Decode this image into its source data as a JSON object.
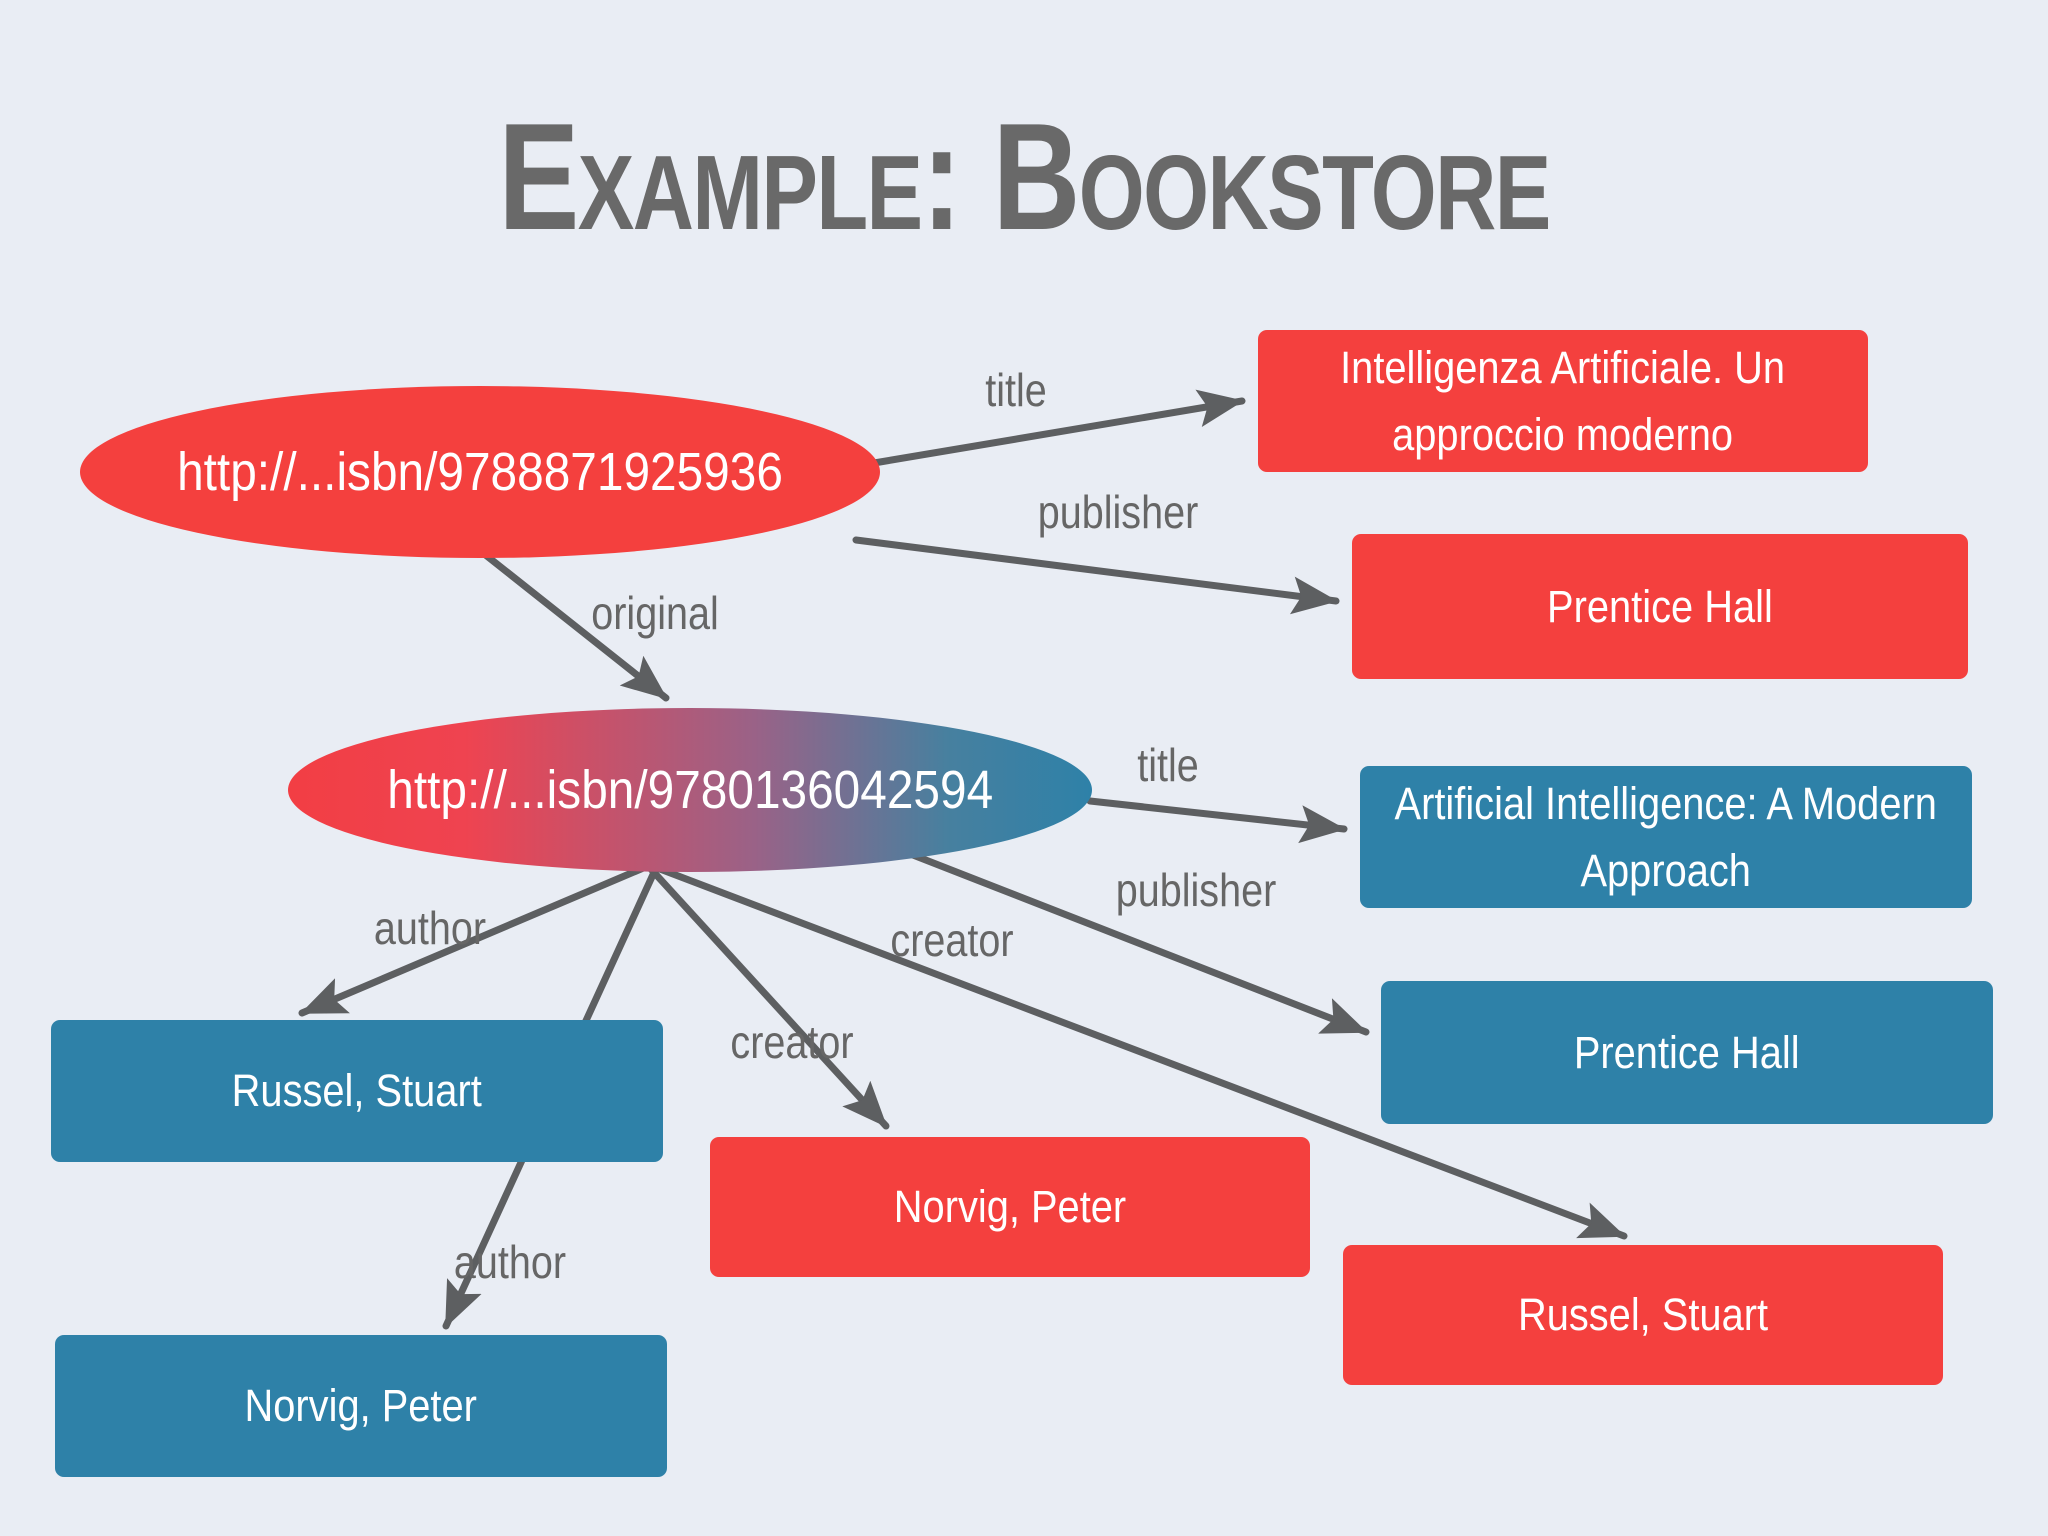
{
  "title": "Example: Bookstore",
  "colors": {
    "background": "#e9edf4",
    "red_node": "#f4403e",
    "blue_node": "#2e81a8",
    "gradient_left": "#f23e44",
    "gradient_right": "#2e81a8",
    "node_text": "#ffffff",
    "label_text": "#666666",
    "arrow": "#5d5f61",
    "title_text": "#696969"
  },
  "nodes": {
    "isbn_it": {
      "label": "http://...isbn/9788871925936",
      "type": "ellipse",
      "color": "red"
    },
    "isbn_en": {
      "label": "http://...isbn/9780136042594",
      "type": "ellipse",
      "color": "red-blue-gradient"
    },
    "title_it": {
      "label": "Intelligenza Artificiale. Un approccio moderno",
      "type": "rect",
      "color": "red"
    },
    "publisher_it": {
      "label": "Prentice Hall",
      "type": "rect",
      "color": "red"
    },
    "title_en": {
      "label": "Artificial Intelligence: A Modern Approach",
      "type": "rect",
      "color": "blue"
    },
    "publisher_en": {
      "label": "Prentice Hall",
      "type": "rect",
      "color": "blue"
    },
    "author1_en": {
      "label": "Russel, Stuart",
      "type": "rect",
      "color": "blue"
    },
    "author2_en": {
      "label": "Norvig, Peter",
      "type": "rect",
      "color": "blue"
    },
    "creator1_it": {
      "label": "Norvig, Peter",
      "type": "rect",
      "color": "red"
    },
    "creator2_it": {
      "label": "Russel, Stuart",
      "type": "rect",
      "color": "red"
    }
  },
  "edges": {
    "title1": {
      "label": "title"
    },
    "publisher1": {
      "label": "publisher"
    },
    "original": {
      "label": "original"
    },
    "title2": {
      "label": "title"
    },
    "publisher2": {
      "label": "publisher"
    },
    "author1": {
      "label": "author"
    },
    "author2": {
      "label": "author"
    },
    "creator1": {
      "label": "creator"
    },
    "creator2": {
      "label": "creator"
    }
  }
}
